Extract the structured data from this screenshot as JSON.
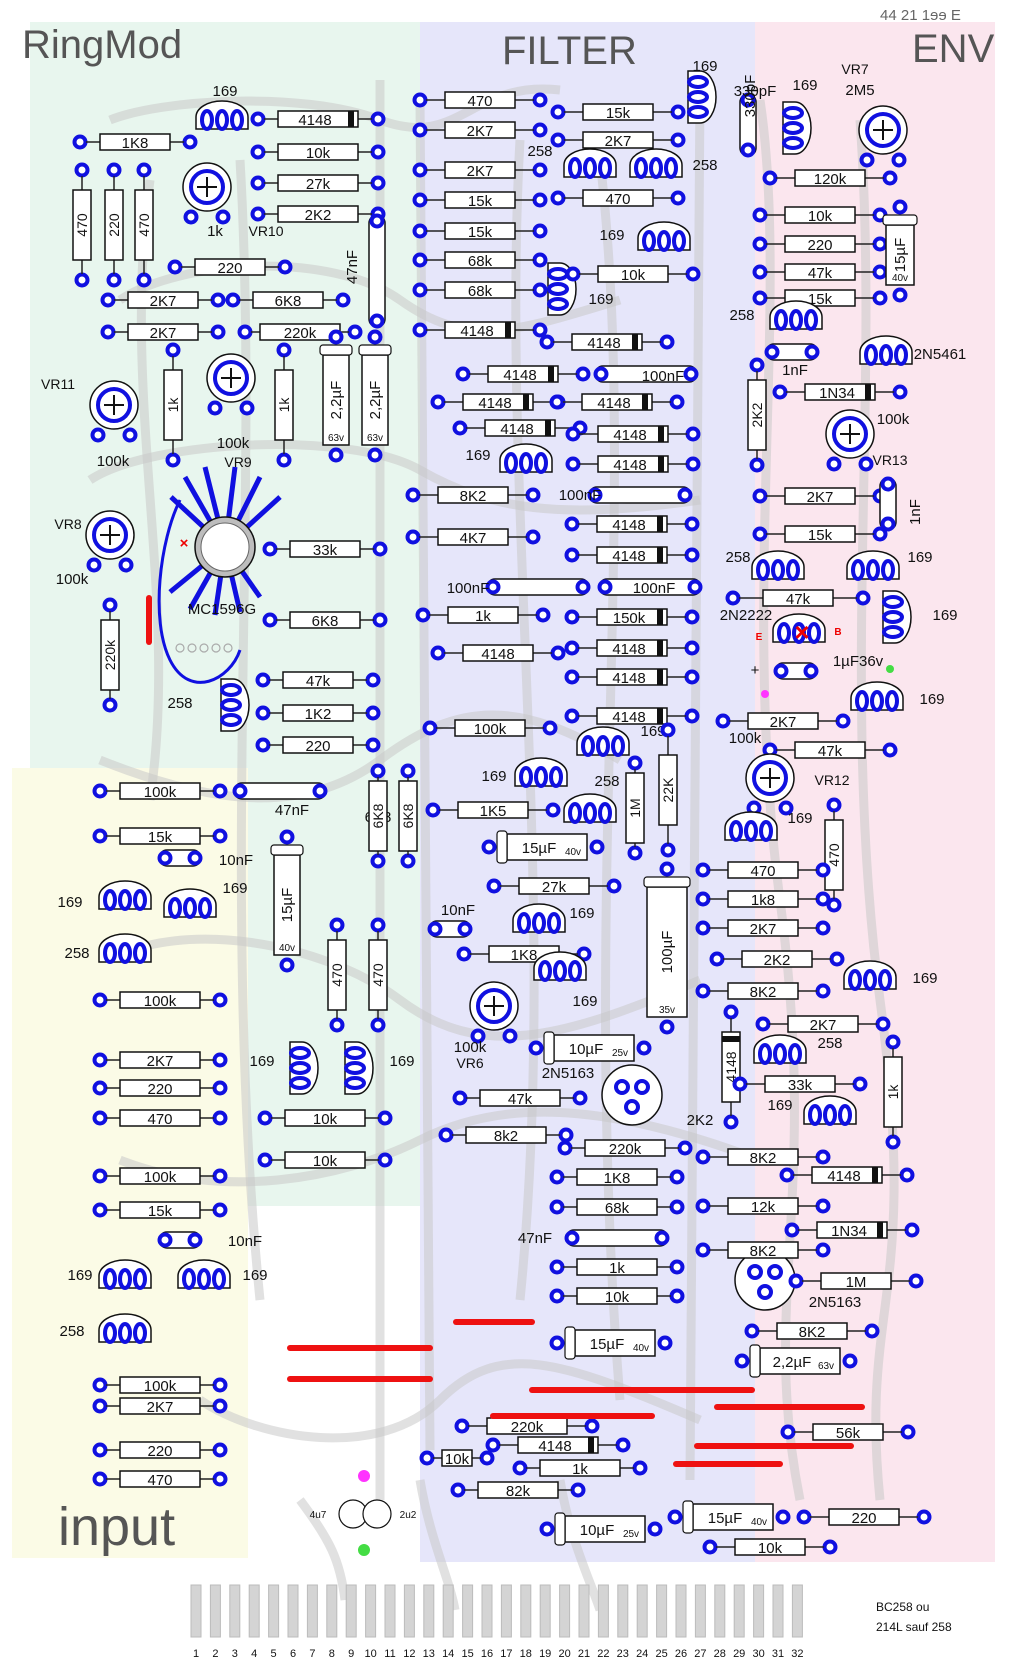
{
  "sections": {
    "ringmod": "RingMod",
    "filter": "FILTER",
    "env": "ENV",
    "input": "input"
  },
  "colors": {
    "ringmod_bg": "#e8f6ee",
    "filter_bg": "#e6e6fa",
    "env_bg": "#fbe6ee",
    "input_bg": "#fbfbe6",
    "pad": "#1010e0",
    "trace": "#c8c8c8",
    "jumper": "#ee1111",
    "section_text": "#555555"
  },
  "chip": "MC1596G",
  "footer_note": [
    "BC258 ou",
    "214L sauf 258"
  ],
  "header_mirrored": "44  21  1ɘɘ E",
  "edge_pins": [
    "1",
    "2",
    "3",
    "4",
    "5",
    "6",
    "7",
    "8",
    "9",
    "10",
    "11",
    "12",
    "13",
    "14",
    "15",
    "16",
    "17",
    "18",
    "19",
    "20",
    "21",
    "22",
    "23",
    "24",
    "25",
    "26",
    "27",
    "28",
    "29",
    "30",
    "31",
    "32"
  ],
  "resistors": [
    {
      "id": "r1",
      "label": "1K8"
    },
    {
      "id": "r2",
      "label": "4148"
    },
    {
      "id": "r3",
      "label": "10k"
    },
    {
      "id": "r4",
      "label": "27k"
    },
    {
      "id": "r5",
      "label": "2K2"
    },
    {
      "id": "r6",
      "label": "470"
    },
    {
      "id": "r7",
      "label": "220"
    },
    {
      "id": "r8",
      "label": "470"
    },
    {
      "id": "r9",
      "label": "220"
    },
    {
      "id": "r10",
      "label": "2K7"
    },
    {
      "id": "r11",
      "label": "6K8"
    },
    {
      "id": "r12",
      "label": "2K7"
    },
    {
      "id": "r13",
      "label": "220k"
    },
    {
      "id": "r14",
      "label": "1k"
    },
    {
      "id": "r15",
      "label": "1k"
    },
    {
      "id": "r16",
      "label": "33k"
    },
    {
      "id": "r17",
      "label": "6K8"
    },
    {
      "id": "r18",
      "label": "220k"
    },
    {
      "id": "r19",
      "label": "47k"
    },
    {
      "id": "r20",
      "label": "1K2"
    },
    {
      "id": "r21",
      "label": "220"
    },
    {
      "id": "r22",
      "label": "100k"
    },
    {
      "id": "r23",
      "label": "15k"
    },
    {
      "id": "r24",
      "label": "6K8"
    },
    {
      "id": "r25",
      "label": "6K8"
    },
    {
      "id": "r26",
      "label": "100k"
    },
    {
      "id": "r27",
      "label": "470"
    },
    {
      "id": "r28",
      "label": "470"
    },
    {
      "id": "r29",
      "label": "2K7"
    },
    {
      "id": "r30",
      "label": "220"
    },
    {
      "id": "r31",
      "label": "470"
    },
    {
      "id": "r32",
      "label": "10k"
    },
    {
      "id": "r33",
      "label": "10k"
    },
    {
      "id": "r34",
      "label": "100k"
    },
    {
      "id": "r35",
      "label": "15k"
    },
    {
      "id": "r36",
      "label": "100k"
    },
    {
      "id": "r37",
      "label": "2K7"
    },
    {
      "id": "r38",
      "label": "220"
    },
    {
      "id": "r39",
      "label": "470"
    },
    {
      "id": "f1",
      "label": "470"
    },
    {
      "id": "f2",
      "label": "2K7"
    },
    {
      "id": "f3",
      "label": "2K7"
    },
    {
      "id": "f4",
      "label": "15k"
    },
    {
      "id": "f5",
      "label": "15k"
    },
    {
      "id": "f6",
      "label": "68k"
    },
    {
      "id": "f7",
      "label": "68k"
    },
    {
      "id": "f8",
      "label": "4148"
    },
    {
      "id": "f9",
      "label": "15k"
    },
    {
      "id": "f10",
      "label": "2K7"
    },
    {
      "id": "f11",
      "label": "470"
    },
    {
      "id": "f12",
      "label": "10k"
    },
    {
      "id": "f13",
      "label": "4148"
    },
    {
      "id": "f14",
      "label": "4148"
    },
    {
      "id": "f15",
      "label": "4148"
    },
    {
      "id": "f16",
      "label": "4148"
    },
    {
      "id": "f17",
      "label": "4148"
    },
    {
      "id": "f18",
      "label": "4148"
    },
    {
      "id": "f19",
      "label": "4148"
    },
    {
      "id": "f20",
      "label": "8K2"
    },
    {
      "id": "f21",
      "label": "4K7"
    },
    {
      "id": "f22",
      "label": "4148"
    },
    {
      "id": "f23",
      "label": "4148"
    },
    {
      "id": "f24",
      "label": "1k"
    },
    {
      "id": "f25",
      "label": "150k"
    },
    {
      "id": "f26",
      "label": "4148"
    },
    {
      "id": "f27",
      "label": "4148"
    },
    {
      "id": "f28",
      "label": "4148"
    },
    {
      "id": "f29",
      "label": "4148"
    },
    {
      "id": "f30",
      "label": "100k"
    },
    {
      "id": "f31",
      "label": "1K5"
    },
    {
      "id": "f32",
      "label": "1M"
    },
    {
      "id": "f33",
      "label": "22K"
    },
    {
      "id": "f34",
      "label": "27k"
    },
    {
      "id": "f35",
      "label": "1K8"
    },
    {
      "id": "f36",
      "label": "47k"
    },
    {
      "id": "f37",
      "label": "8k2"
    },
    {
      "id": "f38",
      "label": "220k"
    },
    {
      "id": "f39",
      "label": "1K8"
    },
    {
      "id": "f40",
      "label": "68k"
    },
    {
      "id": "f41",
      "label": "1k"
    },
    {
      "id": "f42",
      "label": "10k"
    },
    {
      "id": "f43",
      "label": "220k"
    },
    {
      "id": "f44",
      "label": "4148"
    },
    {
      "id": "f45",
      "label": "10k"
    },
    {
      "id": "f46",
      "label": "1k"
    },
    {
      "id": "f47",
      "label": "82k"
    },
    {
      "id": "e1",
      "label": "120k"
    },
    {
      "id": "e2",
      "label": "10k"
    },
    {
      "id": "e3",
      "label": "220"
    },
    {
      "id": "e4",
      "label": "47k"
    },
    {
      "id": "e5",
      "label": "15k"
    },
    {
      "id": "e6",
      "label": "1N34"
    },
    {
      "id": "e7",
      "label": "2K2"
    },
    {
      "id": "e8",
      "label": "2K7"
    },
    {
      "id": "e9",
      "label": "15k"
    },
    {
      "id": "e10",
      "label": "47k"
    },
    {
      "id": "e11",
      "label": "2K7"
    },
    {
      "id": "e12",
      "label": "47k"
    },
    {
      "id": "e13",
      "label": "470"
    },
    {
      "id": "e14",
      "label": "470"
    },
    {
      "id": "e15",
      "label": "1k8"
    },
    {
      "id": "e16",
      "label": "2K7"
    },
    {
      "id": "e17",
      "label": "2K2"
    },
    {
      "id": "e18",
      "label": "8K2"
    },
    {
      "id": "e19",
      "label": "2K7"
    },
    {
      "id": "e20",
      "label": "4148"
    },
    {
      "id": "e21",
      "label": "33k"
    },
    {
      "id": "e22",
      "label": "1k"
    },
    {
      "id": "e23",
      "label": "8K2"
    },
    {
      "id": "e24",
      "label": "4148"
    },
    {
      "id": "e25",
      "label": "12k"
    },
    {
      "id": "e26",
      "label": "1N34"
    },
    {
      "id": "e27",
      "label": "1M"
    },
    {
      "id": "e28",
      "label": "8K2"
    },
    {
      "id": "e29",
      "label": "56k"
    },
    {
      "id": "e30",
      "label": "220"
    },
    {
      "id": "e31",
      "label": "10k"
    }
  ],
  "capacitors": [
    {
      "id": "c1",
      "label": "47nF"
    },
    {
      "id": "c2",
      "label": "2,2µF"
    },
    {
      "id": "c3",
      "label": "2,2µF"
    },
    {
      "id": "c4",
      "label": "47nF"
    },
    {
      "id": "c5",
      "label": "10nF"
    },
    {
      "id": "c6",
      "label": "15µF"
    },
    {
      "id": "c7",
      "label": "10nF"
    },
    {
      "id": "c8",
      "label": "100nF"
    },
    {
      "id": "c9",
      "label": "100nF"
    },
    {
      "id": "c10",
      "label": "100nF"
    },
    {
      "id": "c11",
      "label": "100nF"
    },
    {
      "id": "c12",
      "label": "15µF"
    },
    {
      "id": "c13",
      "label": "10nF"
    },
    {
      "id": "c14",
      "label": "100µF"
    },
    {
      "id": "c15",
      "label": "10µF"
    },
    {
      "id": "c16",
      "label": "15µF"
    },
    {
      "id": "c17",
      "label": "10µF"
    },
    {
      "id": "c18",
      "label": "330pF"
    },
    {
      "id": "c19",
      "label": "15µF"
    },
    {
      "id": "c20",
      "label": "1nF"
    },
    {
      "id": "c21",
      "label": "1nF"
    },
    {
      "id": "c22",
      "label": "2,2µF"
    },
    {
      "id": "c23",
      "label": "15µF"
    },
    {
      "id": "c24",
      "label": "1µF36v"
    },
    {
      "id": "c25",
      "label": "47nF"
    }
  ],
  "cap_voltages": [
    "63v",
    "63v",
    "40v",
    "40v",
    "35v",
    "25v",
    "40v",
    "25v",
    "40v",
    "63v",
    "40v"
  ],
  "transistors": [
    {
      "id": "t1",
      "label": "169"
    },
    {
      "id": "t2",
      "label": "258"
    },
    {
      "id": "t3",
      "label": "169"
    },
    {
      "id": "t4",
      "label": "169"
    },
    {
      "id": "t5",
      "label": "258"
    },
    {
      "id": "t6",
      "label": "169"
    },
    {
      "id": "t7",
      "label": "169"
    },
    {
      "id": "t8",
      "label": "169"
    },
    {
      "id": "t9",
      "label": "169"
    },
    {
      "id": "t10",
      "label": "258"
    },
    {
      "id": "t11",
      "label": "258"
    },
    {
      "id": "t12",
      "label": "258"
    },
    {
      "id": "t13",
      "label": "169"
    },
    {
      "id": "t14",
      "label": "169"
    },
    {
      "id": "t15",
      "label": "169"
    },
    {
      "id": "t16",
      "label": "169"
    },
    {
      "id": "t17",
      "label": "169"
    },
    {
      "id": "t18",
      "label": "258"
    },
    {
      "id": "t19",
      "label": "169"
    },
    {
      "id": "t20",
      "label": "169"
    },
    {
      "id": "t21",
      "label": "169"
    },
    {
      "id": "t22",
      "label": "169"
    },
    {
      "id": "t23",
      "label": "258"
    },
    {
      "id": "t24",
      "label": "2N5461"
    },
    {
      "id": "t25",
      "label": "258"
    },
    {
      "id": "t26",
      "label": "169"
    },
    {
      "id": "t27",
      "label": "169"
    },
    {
      "id": "t28",
      "label": "169"
    },
    {
      "id": "t29",
      "label": "169"
    },
    {
      "id": "t30",
      "label": "169"
    },
    {
      "id": "t31",
      "label": "258"
    },
    {
      "id": "t32",
      "label": "169"
    },
    {
      "id": "t33",
      "label": "2N2222"
    },
    {
      "id": "t34",
      "label": "258"
    },
    {
      "id": "t35",
      "label": "169"
    }
  ],
  "pots": [
    {
      "id": "vr10",
      "name": "VR10",
      "value": "1k"
    },
    {
      "id": "vr11",
      "name": "VR11",
      "value": "100k"
    },
    {
      "id": "vr9",
      "name": "VR9",
      "value": "100k"
    },
    {
      "id": "vr8",
      "name": "VR8",
      "value": "100k"
    },
    {
      "id": "vr6",
      "name": "VR6",
      "value": "100k"
    },
    {
      "id": "vr7",
      "name": "VR7",
      "value": "2M5"
    },
    {
      "id": "vr13",
      "name": "VR13",
      "value": "100k"
    },
    {
      "id": "vr12",
      "name": "VR12",
      "value": "100k"
    }
  ],
  "fets": [
    "2N5163",
    "2N5163"
  ],
  "fet_extra": "2K2",
  "pin_letters": [
    "E",
    "B"
  ],
  "input_caps": [
    "4u7",
    "2u2"
  ],
  "plus": "+"
}
